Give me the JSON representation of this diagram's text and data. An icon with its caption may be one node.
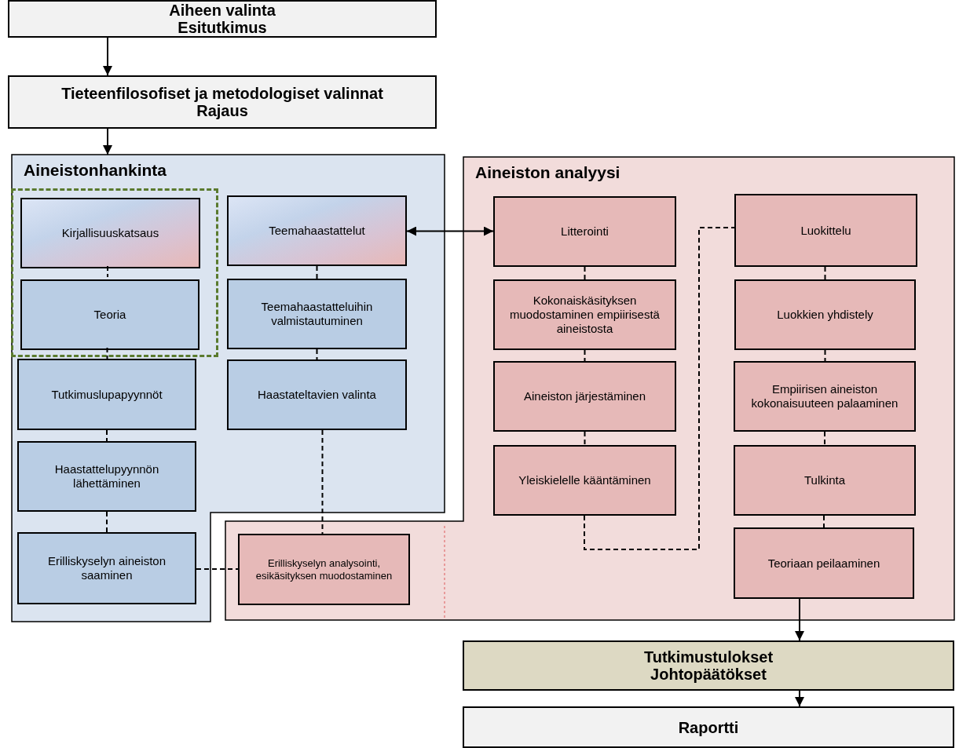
{
  "diagram": {
    "nodes": [
      {
        "text": [
          "Aiheen valinta",
          "Esitutkimus"
        ]
      },
      {
        "text": [
          "Tieteenfilosofiset ja metodologiset valinnat",
          "Rajaus"
        ]
      },
      {
        "text": [
          "Aineistonhankinta"
        ]
      },
      {
        "text": [],
        "shape": "box",
        "in": 2
      },
      {
        "text": [
          "Kirjallisuuskatsaus"
        ],
        "in": 3
      },
      {
        "text": [
          "Teoria"
        ],
        "in": 3
      },
      {
        "text": [
          "Tutkimuslupapyynnöt"
        ],
        "in": 2
      },
      {
        "text": [
          "Haastattelupyynnön lähettäminen"
        ],
        "in": 2
      },
      {
        "text": [
          "Erilliskyselyn aineiston saaminen"
        ],
        "in": 2
      },
      {
        "text": [
          "Teemahaastattelut"
        ],
        "in": 2
      },
      {
        "text": [
          "Teemahaastatteluihin valmistautuminen"
        ],
        "in": 2
      },
      {
        "text": [
          "Haastateltavien valinta"
        ],
        "in": 2
      },
      {
        "text": [
          "Aineiston analyysi"
        ]
      },
      {
        "text": [
          "Erilliskyselyn analysointi, esikäsityksen muodostaminen"
        ],
        "in": 12
      },
      {
        "text": [
          "Litterointi"
        ],
        "in": 12
      },
      {
        "text": [
          "Kokonaiskäsityksen muodostaminen empiirisestä aineistosta"
        ],
        "in": 12
      },
      {
        "text": [
          "Aineiston järjestäminen"
        ],
        "in": 12
      },
      {
        "text": [
          "Yleiskielelle kääntäminen"
        ],
        "in": 12
      },
      {
        "text": [
          "Luokittelu"
        ],
        "in": 12
      },
      {
        "text": [
          "Luokkien yhdistely"
        ],
        "in": 12
      },
      {
        "text": [
          "Empiirisen aineiston kokonaisuuteen palaaminen"
        ],
        "in": 12
      },
      {
        "text": [
          "Tulkinta"
        ],
        "in": 12
      },
      {
        "text": [
          "Teoriaan peilaaminen"
        ],
        "in": 12
      },
      {
        "text": [
          "Tutkimustulokset",
          "Johtopäätökset"
        ]
      },
      {
        "text": [
          "Raportti"
        ]
      }
    ],
    "edges": [
      {
        "from": 0,
        "to": 1,
        "arrow": "to"
      },
      {
        "from": 1,
        "to": 2,
        "arrow": "to"
      },
      {
        "from": 9,
        "to": 14,
        "arrow": "both"
      },
      {
        "from": 4,
        "to": 5,
        "arrow": "none",
        "style": "dashed"
      },
      {
        "from": 5,
        "to": 6,
        "arrow": "none",
        "style": "dashed"
      },
      {
        "from": 6,
        "to": 7,
        "arrow": "none",
        "style": "dashed"
      },
      {
        "from": 7,
        "to": 8,
        "arrow": "none",
        "style": "dashed"
      },
      {
        "from": 8,
        "to": 13,
        "arrow": "none",
        "style": "dashed"
      },
      {
        "from": 9,
        "to": 10,
        "arrow": "none",
        "style": "dashed"
      },
      {
        "from": 10,
        "to": 11,
        "arrow": "none",
        "style": "dashed"
      },
      {
        "from": 11,
        "to": 13,
        "arrow": "none",
        "style": "dashed"
      },
      {
        "from": 14,
        "to": 15,
        "arrow": "none",
        "style": "dashed"
      },
      {
        "from": 15,
        "to": 16,
        "arrow": "none",
        "style": "dashed"
      },
      {
        "from": 16,
        "to": 17,
        "arrow": "none",
        "style": "dashed"
      },
      {
        "from": 17,
        "to": 18,
        "arrow": "none",
        "style": "dashed"
      },
      {
        "from": 18,
        "to": 19,
        "arrow": "none",
        "style": "dashed"
      },
      {
        "from": 19,
        "to": 20,
        "arrow": "none",
        "style": "dashed"
      },
      {
        "from": 20,
        "to": 21,
        "arrow": "none",
        "style": "dashed"
      },
      {
        "from": 21,
        "to": 22,
        "arrow": "none",
        "style": "dashed"
      },
      {
        "from": 22,
        "to": 23,
        "arrow": "to"
      },
      {
        "from": 23,
        "to": 24,
        "arrow": "to"
      }
    ]
  }
}
